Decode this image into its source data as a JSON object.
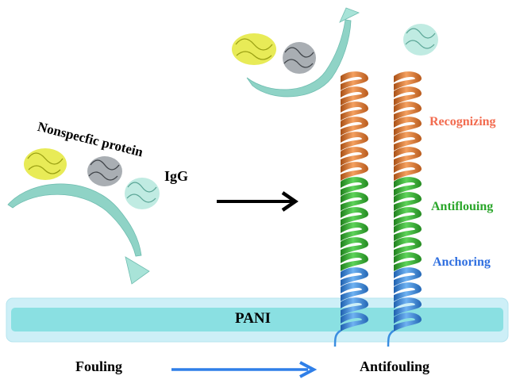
{
  "labels": {
    "nonspecific_protein": "Nonspecfic protein",
    "igg": "IgG",
    "recognizing": "Recognizing",
    "antifouling_segment": "Antiflouing",
    "anchoring": "Anchoring",
    "substrate": "PANI",
    "left_state": "Fouling",
    "right_state": "Antifouling"
  },
  "colors": {
    "recognizing": "#f26b4f",
    "antifouling_segment": "#2aa62a",
    "anchoring": "#2f6fe0",
    "helix_orange": "#e8823a",
    "helix_green": "#3db33a",
    "helix_blue": "#3a8ee0",
    "curved_arrow": "#8fd3c6",
    "pani_outer": "#cdeff7",
    "pani_inner": "#8ae0e2",
    "protein_yellow": "#e4e83a",
    "protein_gray": "#7a7f85",
    "protein_cyan": "#9fe0d3",
    "flow_arrow": "#2f7fe8"
  }
}
